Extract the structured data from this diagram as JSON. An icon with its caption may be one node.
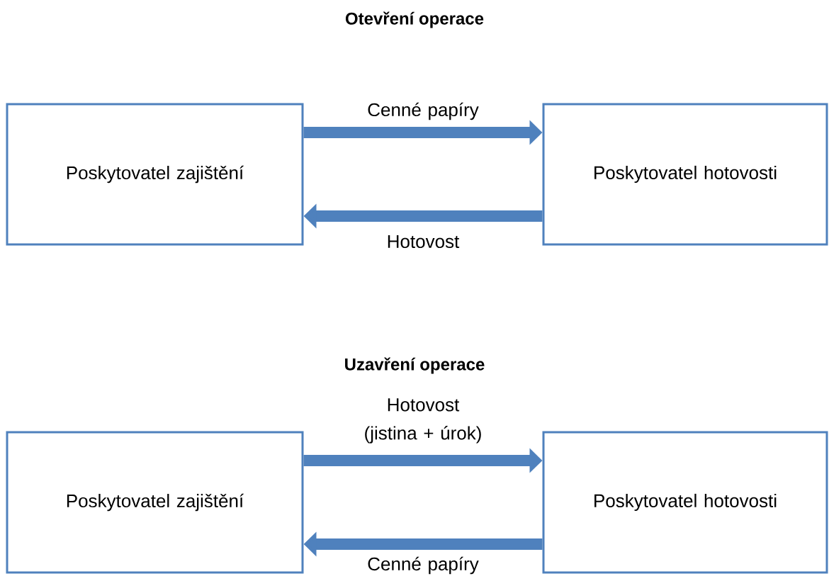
{
  "diagram": {
    "title": "Otevření operace",
    "nodes": [
      {
        "text": [
          "Poskytovatel zajištění"
        ]
      },
      {
        "text": [
          "Poskytovatel hotovosti"
        ]
      },
      {
        "text": [
          "Poskytovatel zajištění"
        ]
      },
      {
        "text": [
          "Poskytovatel hotovosti"
        ]
      }
    ],
    "edges": [
      {
        "from": 0,
        "to": 1,
        "arrow": "to",
        "label": "Cenné papíry"
      },
      {
        "from": 1,
        "to": 0,
        "arrow": "to",
        "label": "Hotovost"
      },
      {
        "from": 2,
        "to": 3,
        "arrow": "to",
        "label": "Hotovost (jistina + úrok)"
      },
      {
        "from": 3,
        "to": 2,
        "arrow": "to",
        "label": "Cenné papíry"
      }
    ],
    "labels": [
      "Uzavření operace"
    ]
  }
}
